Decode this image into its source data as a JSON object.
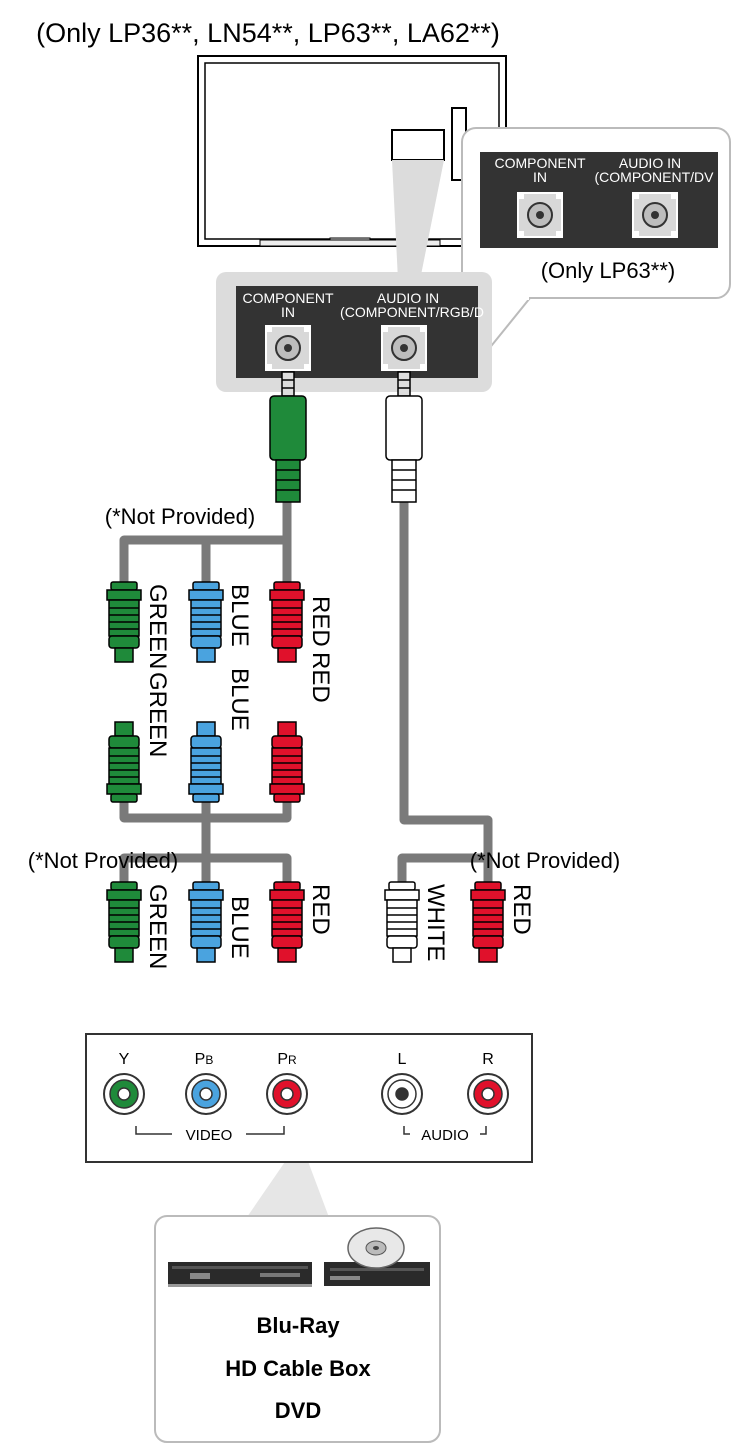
{
  "header": {
    "models_note": "(Only LP36**, LN54**, LP63**, LA62**)"
  },
  "callout": {
    "component_label_line1": "COMPONENT",
    "component_label_line2": "IN",
    "audio_label_line1": "AUDIO IN",
    "audio_label_line2": "(COMPONENT/DV",
    "model_note": "(Only LP63**)"
  },
  "tv_panel": {
    "component_label_line1": "COMPONENT",
    "component_label_line2": "IN",
    "audio_label_line1": "AUDIO IN",
    "audio_label_line2": "(COMPONENT/RGB/D"
  },
  "cables": {
    "not_provided_upper": "(*Not Provided)",
    "not_provided_left": "(*Not Provided)",
    "not_provided_right": "(*Not Provided)",
    "colors": {
      "green": "#1f8a3a",
      "blue": "#4aa3df",
      "red": "#e0112b",
      "white": "#ffffff",
      "gray": "#7a7a7a"
    }
  },
  "plug_labels": {
    "upper_green": "GREEN",
    "upper_blue": "BLUE",
    "upper_red": "RED",
    "mid_green": "GREEN",
    "mid_blue": "BLUE",
    "mid_red": "RED",
    "lower_green": "GREEN",
    "lower_blue": "BLUE",
    "lower_red": "RED",
    "lower_white": "WHITE",
    "lower_red_audio": "RED"
  },
  "device_panel": {
    "y_label": "Y",
    "pb_label": "P",
    "pb_sub": "B",
    "pr_label": "P",
    "pr_sub": "R",
    "l_label": "L",
    "r_label": "R",
    "video_label": "VIDEO",
    "audio_label": "AUDIO"
  },
  "devices": {
    "line1": "Blu-Ray",
    "line2": "HD Cable Box",
    "line3": "DVD",
    "icons": [
      "set-top-box-icon",
      "dvd-player-icon"
    ]
  }
}
